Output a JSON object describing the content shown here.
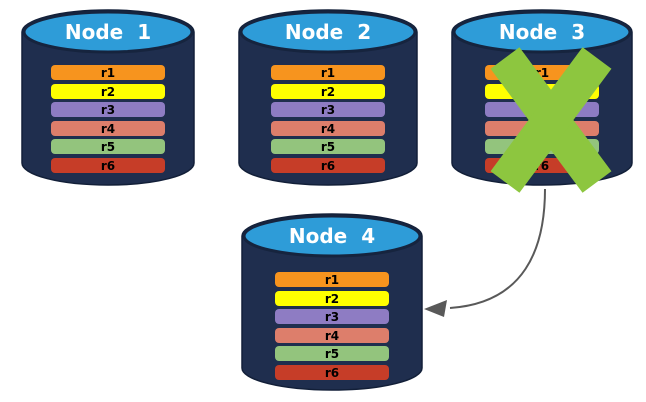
{
  "diagram": {
    "kind": "database-replication-diagram",
    "row_count_per_node": 6
  },
  "colors": {
    "cylinder_body": "#1F2E4E",
    "cylinder_top": "#2E9CD8",
    "cylinder_rim": "#16243E",
    "node_label": "#FFFFFF",
    "row_label": "#000000",
    "rows": [
      "#F7941E",
      "#FFFF00",
      "#8E7CC3",
      "#DD7E6B",
      "#93C47D",
      "#C63D28"
    ],
    "x_mark": "#8DC63F",
    "arrow": "#595959"
  },
  "nodes": [
    {
      "label": "Node 1",
      "rows": [
        "r1",
        "r2",
        "r3",
        "r4",
        "r5",
        "r6"
      ],
      "crossed_out": false
    },
    {
      "label": "Node 2",
      "rows": [
        "r1",
        "r2",
        "r3",
        "r4",
        "r5",
        "r6"
      ],
      "crossed_out": false
    },
    {
      "label": "Node 3",
      "rows": [
        "r1",
        "r2",
        "r3",
        "r4",
        "r5",
        "r6"
      ],
      "crossed_out": true
    },
    {
      "label": "Node 4",
      "rows": [
        "r1",
        "r2",
        "r3",
        "r4",
        "r5",
        "r6"
      ],
      "crossed_out": false
    }
  ]
}
